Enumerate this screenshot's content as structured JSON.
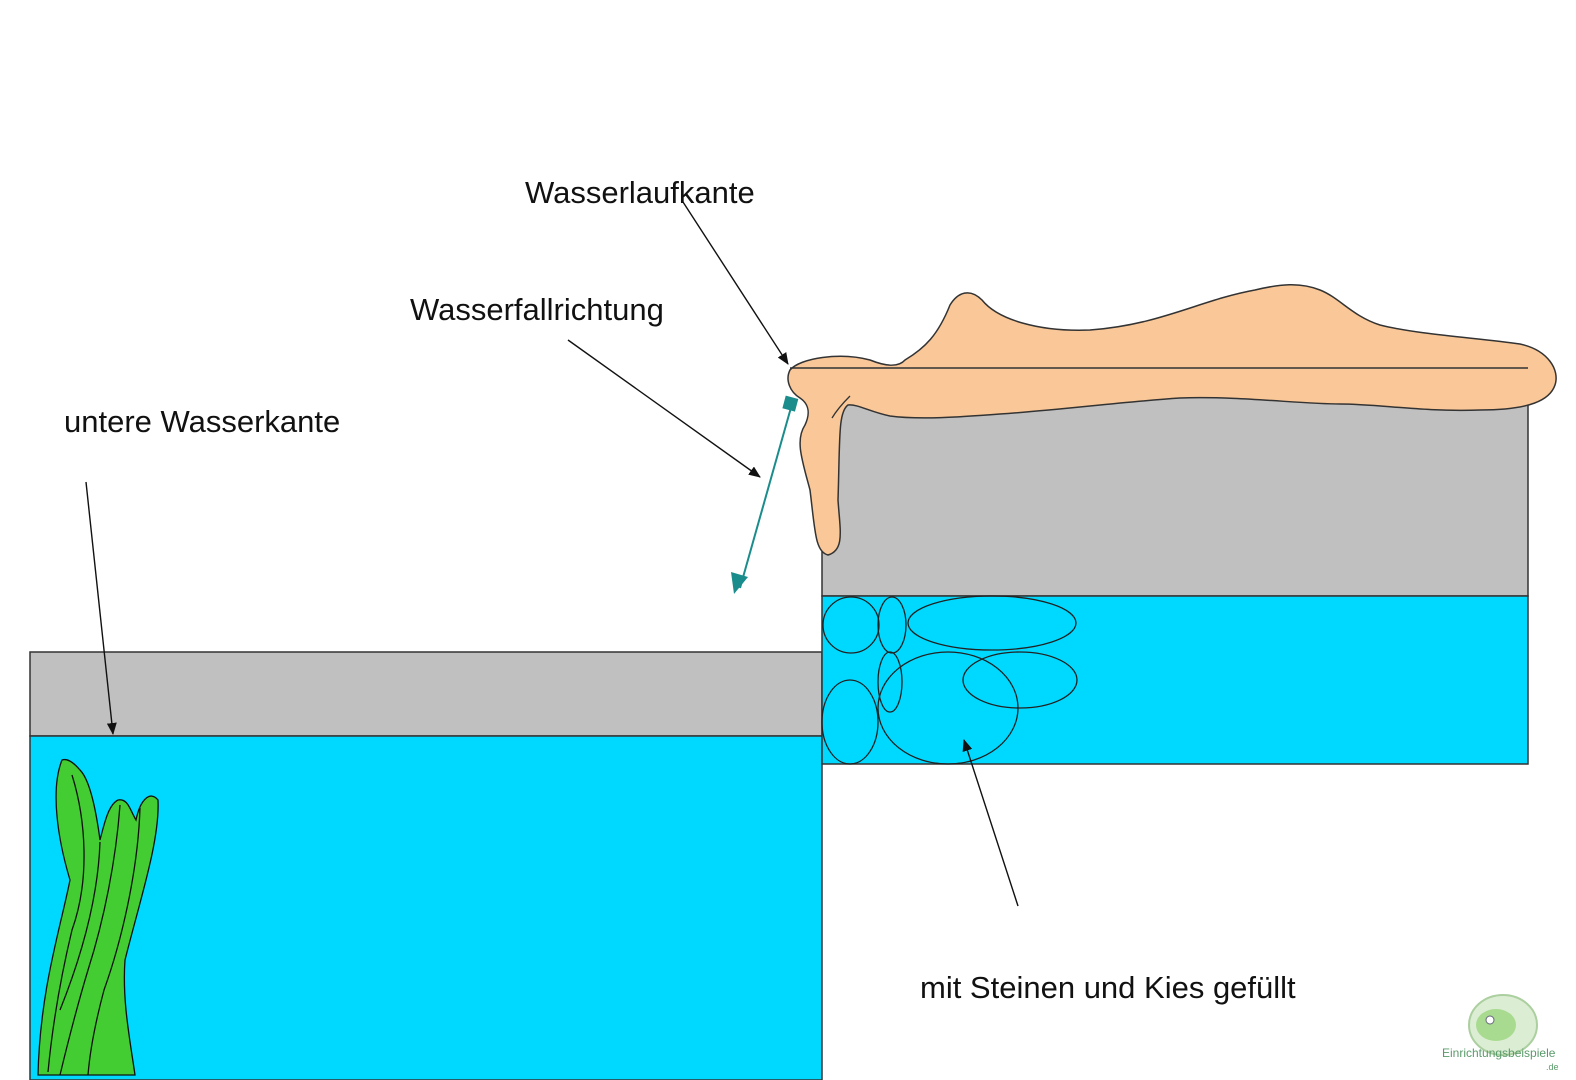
{
  "labels": {
    "wasserlaufkante": "Wasserlaufkante",
    "wasserfallrichtung": "Wasserfallrichtung",
    "untere_wasserkante": "untere Wasserkante",
    "steine_kies": "mit Steinen und Kies gefüllt"
  },
  "watermark": {
    "text": "Einrichtungsbeispiele",
    "tld": ".de"
  },
  "colors": {
    "water": "#00d9ff",
    "ledge": "#c0c0c0",
    "sand": "#fac898",
    "plant": "#44cc33",
    "arrow_teal": "#1a8c8c",
    "outline": "#222222"
  }
}
